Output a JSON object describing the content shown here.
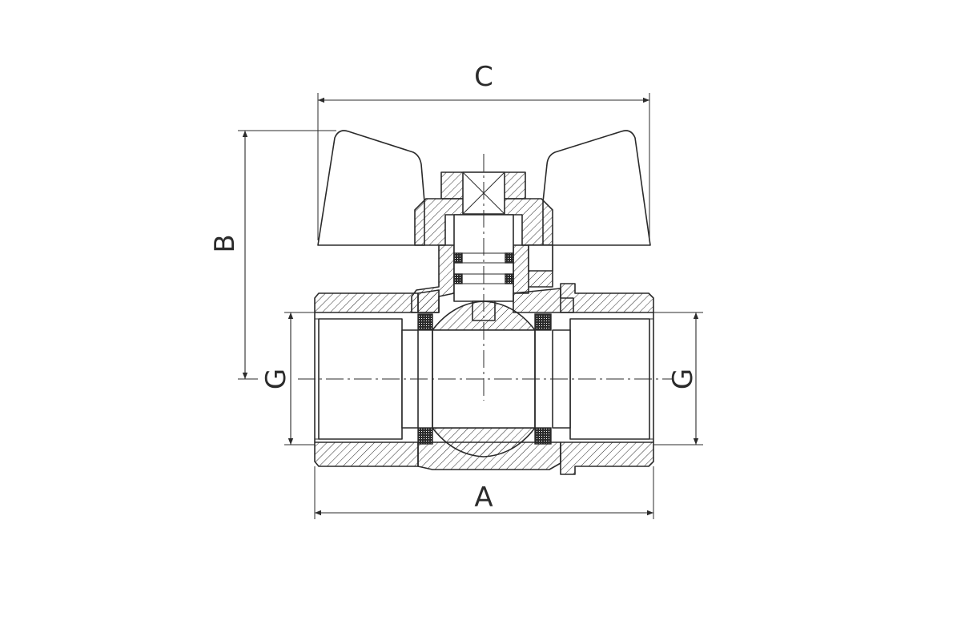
{
  "dimensions": {
    "A": "A",
    "B": "B",
    "C": "C",
    "G_left": "G",
    "G_right": "G"
  },
  "colors": {
    "line": "#2b2b2b",
    "background": "#ffffff"
  }
}
